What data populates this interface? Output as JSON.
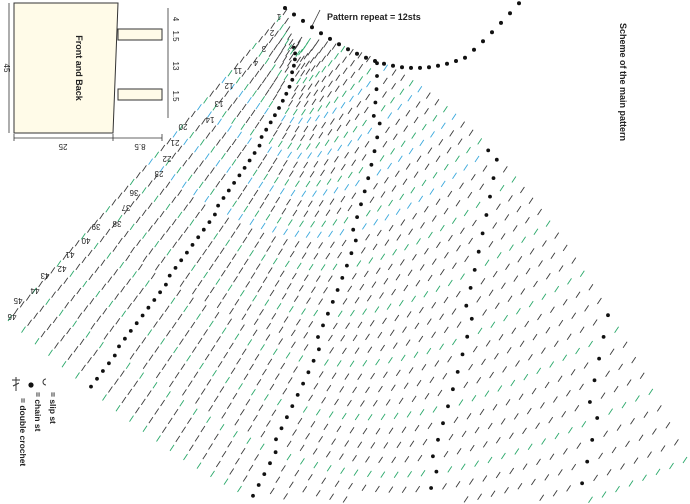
{
  "schematic": {
    "title": "Front and Back",
    "dimensions": {
      "height": "45",
      "width": "25",
      "sleeve_width": "8.5",
      "right_top": "4",
      "right_upper": "1.5",
      "right_mid": "13",
      "right_lower": "1.5"
    }
  },
  "pattern_repeat": "Pattern repeat = 12sts",
  "scheme_title": "Scheme of the main pattern",
  "row_numbers": [
    "1",
    "2",
    "3",
    "4",
    "11",
    "12",
    "13",
    "14",
    "20",
    "21",
    "22",
    "23",
    "36",
    "37",
    "38",
    "39",
    "40",
    "41",
    "42",
    "43",
    "44",
    "45",
    "46"
  ],
  "legend": [
    {
      "symbol": "slip-st",
      "label": "= slip st"
    },
    {
      "symbol": "chain-st",
      "label": "= chain st"
    },
    {
      "symbol": "double-crochet",
      "label": "= double crochet"
    }
  ],
  "colors": {
    "schematic_fill": "#fffbe8",
    "dark_stitch": "#3a3a3a",
    "green_stitch": "#2aa86a",
    "blue_stitch": "#3aa8dc",
    "chain_dot": "#111111"
  }
}
